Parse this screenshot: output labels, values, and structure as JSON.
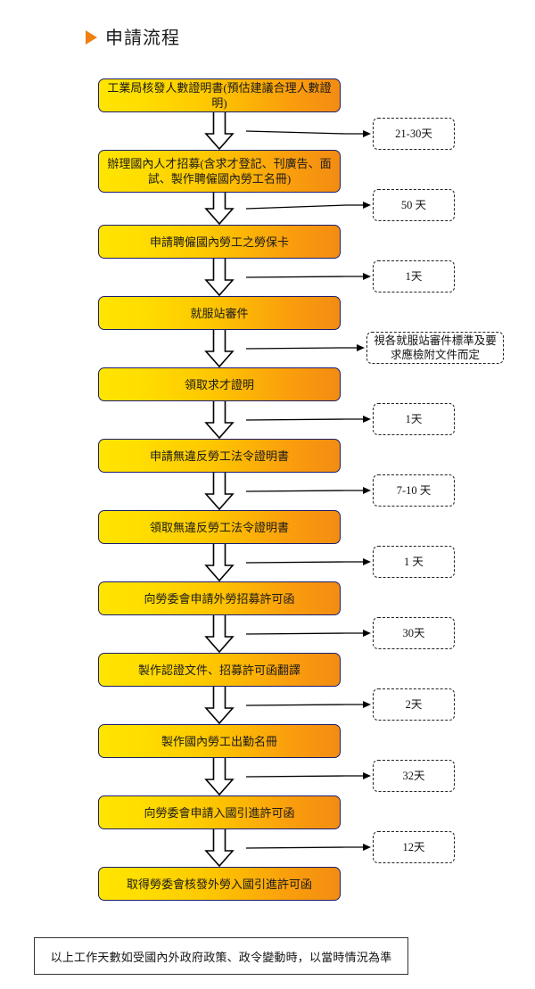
{
  "page": {
    "title": "申請流程",
    "bullet_icon": "play-triangle-icon",
    "accent_color": "#ef7f10",
    "box_border_color": "#1a1d6e",
    "box_gradient_from": "#ffe500",
    "box_gradient_to": "#f28c13"
  },
  "flow": {
    "steps": [
      {
        "id": "step-1",
        "label": "工業局核發人數證明書(預估建議合理人數證明)"
      },
      {
        "id": "step-2",
        "label": "辦理國內人才招募(含求才登記、刊廣告、面試、製作聘僱國內勞工名冊)"
      },
      {
        "id": "step-3",
        "label": "申請聘僱國內勞工之勞保卡"
      },
      {
        "id": "step-4",
        "label": "就服站審件"
      },
      {
        "id": "step-5",
        "label": "領取求才證明"
      },
      {
        "id": "step-6",
        "label": "申請無違反勞工法令證明書"
      },
      {
        "id": "step-7",
        "label": "領取無違反勞工法令證明書"
      },
      {
        "id": "step-8",
        "label": "向勞委會申請外勞招募許可函"
      },
      {
        "id": "step-9",
        "label": "製作認證文件、招募許可函翻譯"
      },
      {
        "id": "step-10",
        "label": "製作國內勞工出勤名冊"
      },
      {
        "id": "step-11",
        "label": "向勞委會申請入國引進許可函"
      },
      {
        "id": "step-12",
        "label": "取得勞委會核發外勞入國引進許可函"
      }
    ],
    "durations": [
      {
        "id": "duration-1",
        "label": "21-30天"
      },
      {
        "id": "duration-2",
        "label": "50 天"
      },
      {
        "id": "duration-3",
        "label": "1天"
      },
      {
        "id": "duration-4",
        "label": "視各就服站審件標準及要求應檢附文件而定"
      },
      {
        "id": "duration-5",
        "label": "1天"
      },
      {
        "id": "duration-6",
        "label": "7-10 天"
      },
      {
        "id": "duration-7",
        "label": "1 天"
      },
      {
        "id": "duration-8",
        "label": "30天"
      },
      {
        "id": "duration-9",
        "label": "2天"
      },
      {
        "id": "duration-10",
        "label": "32天"
      },
      {
        "id": "duration-11",
        "label": "12天"
      }
    ]
  },
  "footer": {
    "note": "以上工作天數如受國內外政府政策、政令變動時，以當時情況為準"
  }
}
